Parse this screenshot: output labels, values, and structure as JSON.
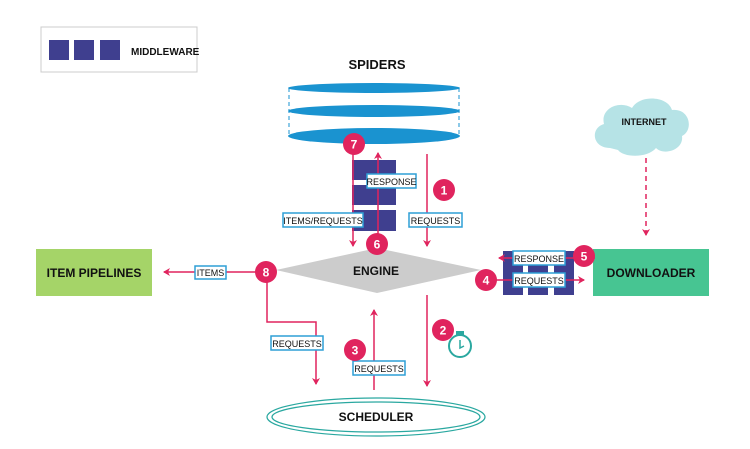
{
  "legend": {
    "label": "MIDDLEWARE"
  },
  "nodes": {
    "spiders": "SPIDERS",
    "engine": "ENGINE",
    "item_pipelines": "ITEM PIPELINES",
    "downloader": "DOWNLOADER",
    "scheduler": "SCHEDULER",
    "internet": "INTERNET"
  },
  "tags": {
    "response_spider": "RESPONSE",
    "items_requests": "ITEMS/REQUESTS",
    "requests_1": "REQUESTS",
    "items": "ITEMS",
    "response_dl": "RESPONSE",
    "requests_dl": "REQUESTS",
    "requests_8": "REQUESTS",
    "requests_3": "REQUESTS"
  },
  "steps": [
    "1",
    "2",
    "3",
    "4",
    "5",
    "6",
    "7",
    "8"
  ],
  "colors": {
    "arrow": "#e0245e",
    "middleware": "#3f3f8f",
    "spiders": "#1a93d0",
    "pipelines": "#a5d468",
    "downloader": "#47c592",
    "engine": "#cccccc",
    "scheduler": "#2aa8a0",
    "internet": "#b6e3e6",
    "tag_border": "#2e9fd6"
  }
}
